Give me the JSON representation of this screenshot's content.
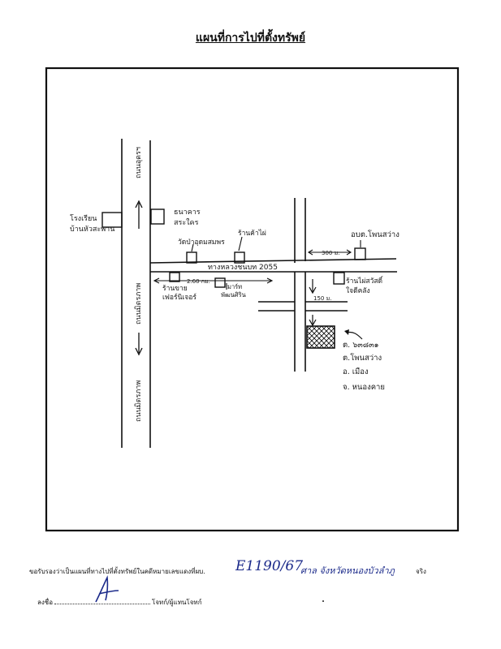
{
  "title": "แผนที่การไปที่ตั้งทรัพย์",
  "map": {
    "road_vertical_left_top": "ถนนอุดรฯ",
    "road_vertical_left_mid": "ถนนมิตรภาพ",
    "road_vertical_left_bottom": "ถนนมิตรภาพ",
    "road_horizontal": "ทางหลวงชนบท 2055",
    "label_left_store": "โรงเรียน",
    "label_left_store_2": "บ้านหัวสะพาน",
    "label_top_right_store": "ธนาคาร",
    "label_top_right_store_2": "สระใคร",
    "label_temple": "วัดป่าอุดมสมพร",
    "label_post": "ร้านค้าไผ่",
    "label_school_right": "อบต.โพนสว่าง",
    "label_dist_300": "300 ม.",
    "label_dist_260": "2.60 กม.",
    "label_furniture": "ร้านขาย",
    "label_furniture_2": "เฟอร์นิเจอร์",
    "label_shop_mid": "มาร์ท",
    "label_shop_mid_2": "พัฒนศิริน",
    "label_shop_right": "ร้านไผ่สวัสดิ์",
    "label_shop_right_2": "ใจดีคลัง",
    "label_dist_150": "150 ม.",
    "address_lines": [
      "ต. ๖๓๘๓๑",
      "ต.โพนสว่าง",
      "อ. เมือง",
      "จ. หนองคาย"
    ]
  },
  "footer": {
    "cert_prefix": "ขอรับรองว่าเป็นแผนที่ทางไปที่ตั้งทรัพย์ในคดีหมายเลขแดงที่ผบ.",
    "case_no": "E1190/67",
    "court_label": "ศาล",
    "court_name": "จังหวัดหนองบัวลำภู",
    "cert_suffix": "จริง",
    "sign_label": "ลงชื่อ",
    "sign_role": "โจทก์/ผู้แทนโจทก์"
  }
}
